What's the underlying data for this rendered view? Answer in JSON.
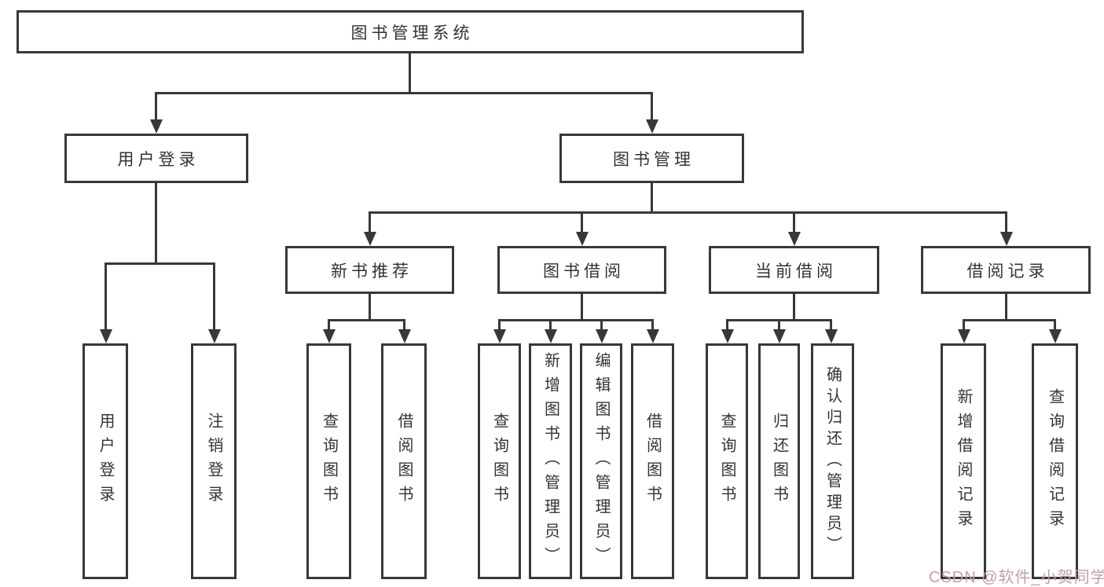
{
  "title": "图书管理系统",
  "colors": {
    "line": "#383838",
    "text": "#333333",
    "background": "#ffffff",
    "watermark": "#c5a0a0"
  },
  "tree": {
    "label": "图书管理系统",
    "children": [
      {
        "label": "用户登录",
        "children": [
          {
            "label": "用户登录"
          },
          {
            "label": "注销登录"
          }
        ]
      },
      {
        "label": "图书管理",
        "children": [
          {
            "label": "新书推荐",
            "children": [
              {
                "label": "查询图书"
              },
              {
                "label": "借阅图书"
              }
            ]
          },
          {
            "label": "图书借阅",
            "children": [
              {
                "label": "查询图书"
              },
              {
                "label": "新增图书（管理员）"
              },
              {
                "label": "编辑图书（管理员）"
              },
              {
                "label": "借阅图书"
              }
            ]
          },
          {
            "label": "当前借阅",
            "children": [
              {
                "label": "查询图书"
              },
              {
                "label": "归还图书"
              },
              {
                "label": "确认归还（管理员）"
              }
            ]
          },
          {
            "label": "借阅记录",
            "children": [
              {
                "label": "新增借阅记录"
              },
              {
                "label": "查询借阅记录"
              }
            ]
          }
        ]
      }
    ]
  },
  "watermark": {
    "text": "CSDN @软件_小贺同学"
  }
}
